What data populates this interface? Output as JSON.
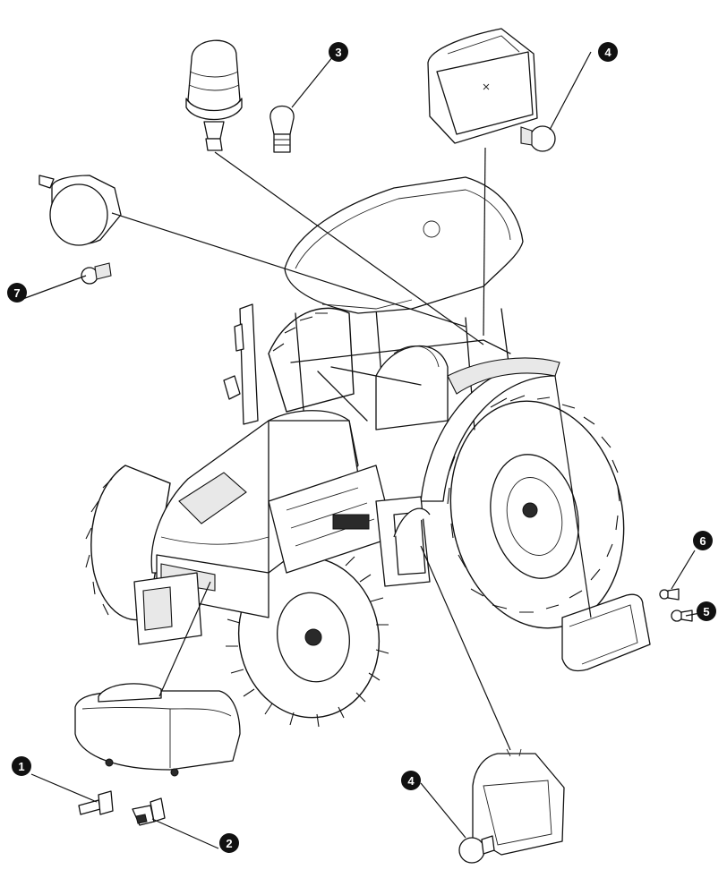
{
  "callouts": [
    {
      "id": "c1",
      "label": "1"
    },
    {
      "id": "c2",
      "label": "2"
    },
    {
      "id": "c3",
      "label": "3"
    },
    {
      "id": "c4a",
      "label": "4"
    },
    {
      "id": "c4b",
      "label": "4"
    },
    {
      "id": "c5",
      "label": "5"
    },
    {
      "id": "c6",
      "label": "6"
    },
    {
      "id": "c7",
      "label": "7"
    }
  ],
  "parts": [
    "rotating-beacon",
    "roof-work-light",
    "beacon-bulb",
    "rear-light-unit",
    "rear-light-bulb",
    "front-headlight",
    "headlight-bulb",
    "side-indicator-bulb",
    "side-marker-light",
    "marker-bulb-5",
    "marker-bulb-6",
    "fender-light",
    "fender-light-bulb",
    "tractor"
  ]
}
